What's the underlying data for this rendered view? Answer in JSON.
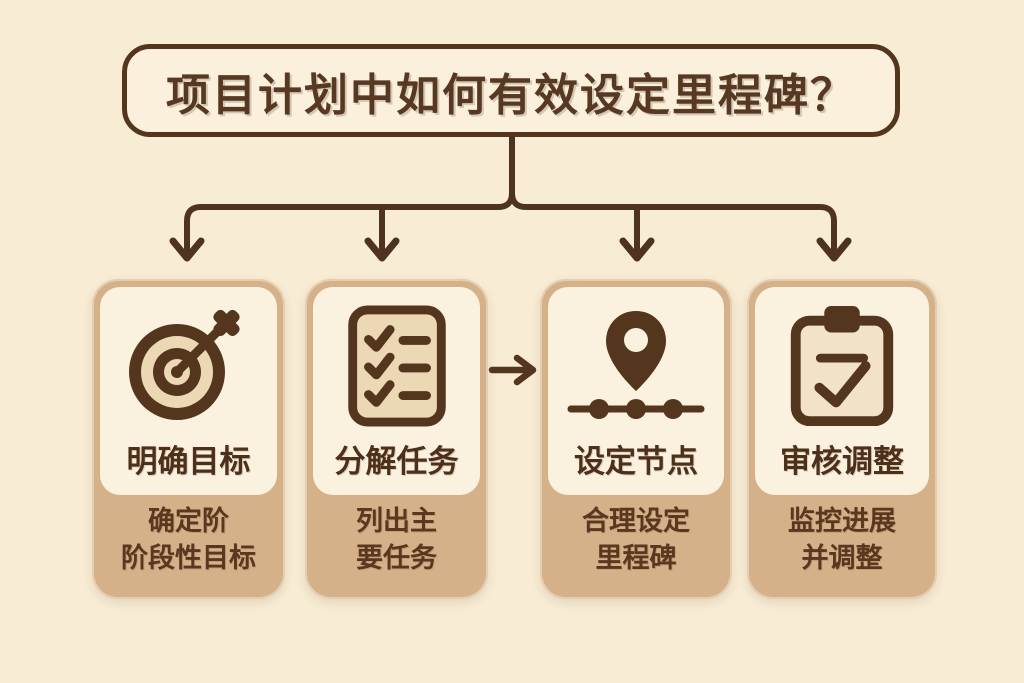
{
  "title": "项目计划中如何有效设定里程碑？",
  "colors": {
    "background": "#f8ecd4",
    "dark_brown": "#54361f",
    "card_tan": "#d4b189",
    "panel_cream": "#faf1de",
    "icon_paper": "#ecd8b4"
  },
  "cards": [
    {
      "icon": "target-icon",
      "title": "明确目标",
      "subtitle_line1": "确定阶",
      "subtitle_line2": "阶段性目标"
    },
    {
      "icon": "checklist-icon",
      "title": "分解任务",
      "subtitle_line1": "列出主",
      "subtitle_line2": "要任务"
    },
    {
      "icon": "milestone-pin-icon",
      "title": "设定节点",
      "subtitle_line1": "合理设定",
      "subtitle_line2": "里程碑"
    },
    {
      "icon": "clipboard-check-icon",
      "title": "审核调整",
      "subtitle_line1": "监控进展",
      "subtitle_line2": "并调整"
    }
  ]
}
